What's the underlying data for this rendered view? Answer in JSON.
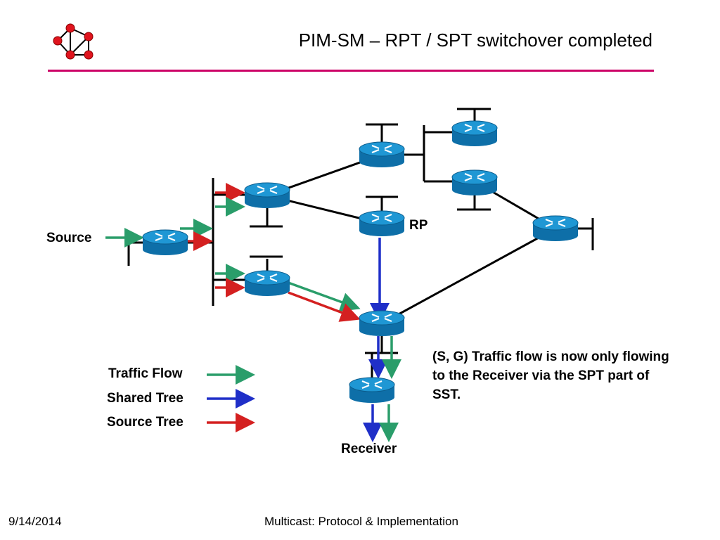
{
  "slide": {
    "title": "PIM-SM – RPT / SPT switchover completed",
    "rule_color": "#cc0066",
    "logo_icon": "network-graph-icon"
  },
  "diagram": {
    "labels": {
      "source": "Source",
      "rp": "RP",
      "receiver": "Receiver"
    },
    "router_icon": "router-icon",
    "colors": {
      "traffic_flow": "#2a9d6a",
      "shared_tree": "#1f2fc8",
      "source_tree": "#d42020",
      "router_body": "#1a8ec9",
      "link": "#000000"
    }
  },
  "legend": {
    "items": [
      {
        "label": "Traffic Flow",
        "color": "#2a9d6a"
      },
      {
        "label": "Shared Tree",
        "color": "#1f2fc8"
      },
      {
        "label": "Source Tree",
        "color": "#d42020"
      }
    ]
  },
  "note": {
    "text": "(S, G) Traffic flow is now only flowing to the Receiver via the SPT part of SST."
  },
  "footer": {
    "date": "9/14/2014",
    "course": "Multicast: Protocol & Implementation"
  }
}
